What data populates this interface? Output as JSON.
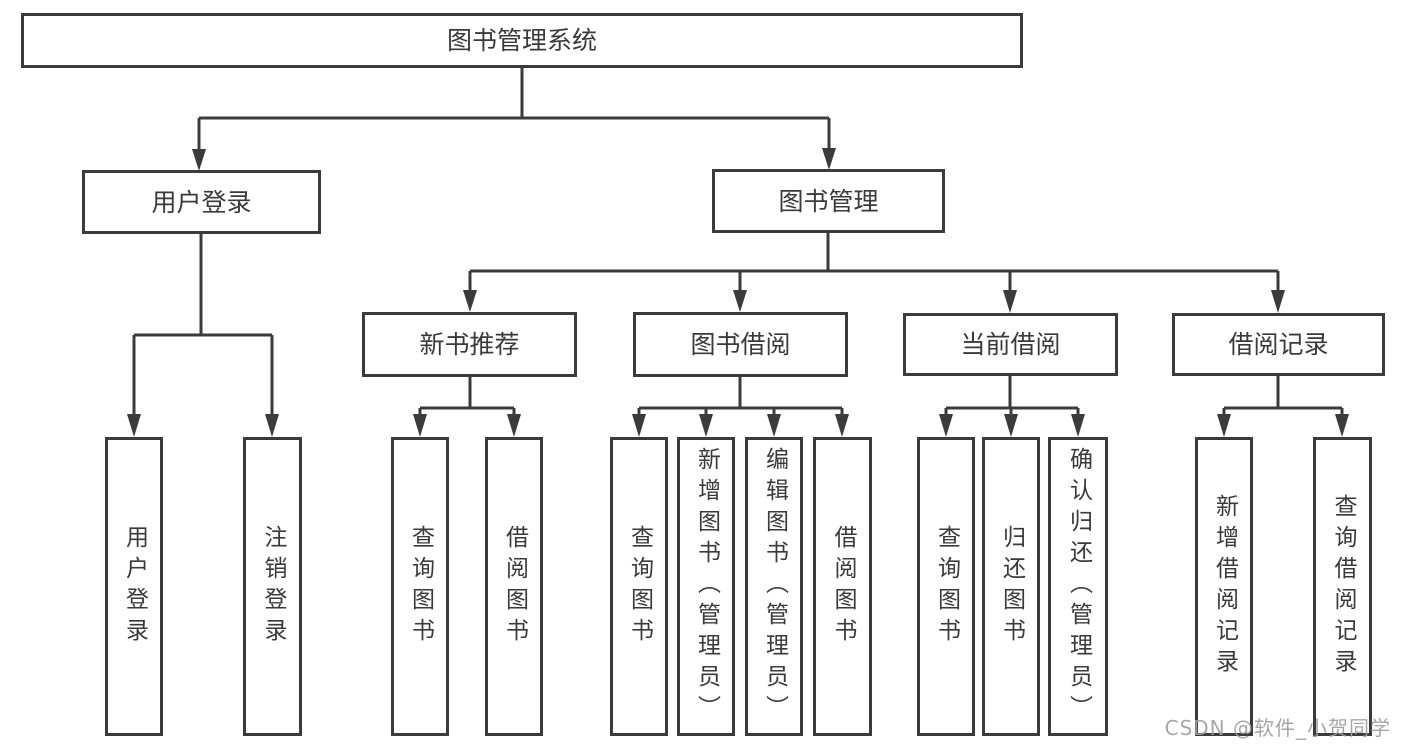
{
  "tree": {
    "root": {
      "label": "图书管理系统"
    },
    "branches": [
      {
        "label": "用户登录",
        "children": [
          {
            "label": "用户登录"
          },
          {
            "label": "注销登录"
          }
        ]
      },
      {
        "label": "图书管理",
        "children": [
          {
            "label": "新书推荐",
            "children": [
              {
                "label": "查询图书"
              },
              {
                "label": "借阅图书"
              }
            ]
          },
          {
            "label": "图书借阅",
            "children": [
              {
                "label": "查询图书"
              },
              {
                "label": "新增图书（管理员）"
              },
              {
                "label": "编辑图书（管理员）"
              },
              {
                "label": "借阅图书"
              }
            ]
          },
          {
            "label": "当前借阅",
            "children": [
              {
                "label": "查询图书"
              },
              {
                "label": "归还图书"
              },
              {
                "label": "确认归还（管理员）"
              }
            ]
          },
          {
            "label": "借阅记录",
            "children": [
              {
                "label": "新增借阅记录"
              },
              {
                "label": "查询借阅记录"
              }
            ]
          }
        ]
      }
    ]
  },
  "watermark": {
    "text": "CSDN @软件_小贺同学"
  },
  "colors": {
    "line": "#3b3b3b",
    "text": "#3a3a3a",
    "background": "#ffffff",
    "watermark": "#9e9e9e"
  }
}
